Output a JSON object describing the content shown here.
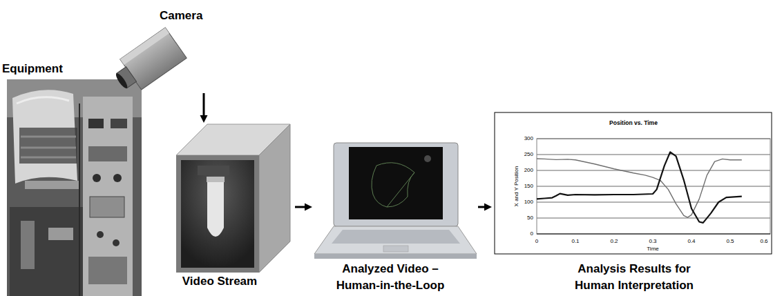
{
  "diagram": {
    "nodes": [
      {
        "text": [
          "Equipment"
        ]
      },
      {
        "text": [
          "Camera"
        ]
      },
      {
        "text": [
          "Video Stream"
        ]
      },
      {
        "text": [
          "Analyzed Video – Human-in-the-Loop"
        ]
      },
      {
        "text": [
          "Analysis Results for Human Interpretation"
        ]
      }
    ],
    "edges": [
      {
        "from": 1,
        "to": 2,
        "arrow": "to"
      },
      {
        "from": 2,
        "to": 3,
        "arrow": "to"
      },
      {
        "from": 3,
        "to": 4,
        "arrow": "to"
      }
    ],
    "labels": [
      "Position vs. Time",
      "X and Y Position",
      "300",
      "250",
      "200",
      "150",
      "100",
      "50",
      "0",
      "0",
      "0.1",
      "0.2",
      "0.3",
      "0.4",
      "0.5",
      "0.6",
      "Time"
    ]
  }
}
